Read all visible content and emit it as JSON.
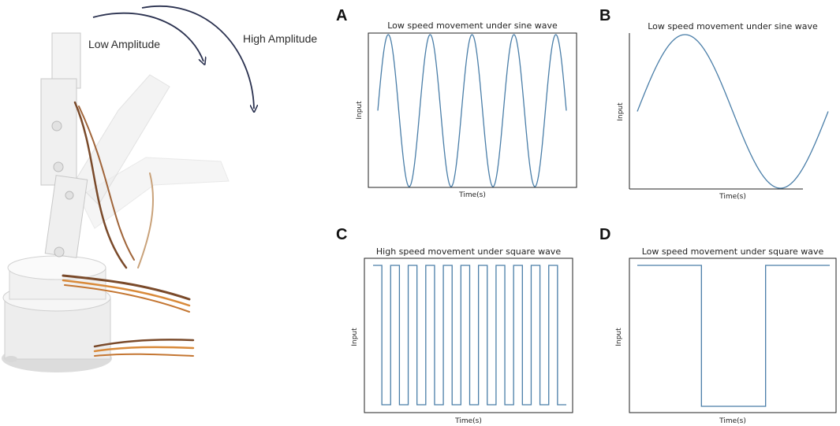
{
  "photo": {
    "annotations": {
      "low": "Low Amplitude",
      "high": "High Amplitude"
    },
    "colors": {
      "arrow": "#2b3250",
      "arm": "#f1f1f1",
      "wire_brown": "#7a4a2a",
      "wire_orange": "#d98a3a"
    }
  },
  "chart_data": [
    {
      "panel": "A",
      "type": "line",
      "title": "Low speed movement under sine wave",
      "xlabel": "Time(s)",
      "ylabel": "Input",
      "waveform": "sine",
      "cycles": 4.5,
      "amplitude_range": [
        -1,
        1
      ],
      "start_value": 0,
      "ylim": [
        -1,
        1
      ],
      "color": "#4a7ea8",
      "grid": false
    },
    {
      "panel": "B",
      "type": "line",
      "title": "Low speed movement under sine wave",
      "xlabel": "Time(s)",
      "ylabel": "Input",
      "waveform": "sine",
      "cycles": 1,
      "amplitude_range": [
        -1,
        1
      ],
      "start_value": 0,
      "ylim": [
        -1,
        1
      ],
      "color": "#4a7ea8",
      "grid": false
    },
    {
      "panel": "C",
      "type": "line",
      "title": "High speed movement under square wave",
      "xlabel": "Time(s)",
      "ylabel": "Input",
      "waveform": "square",
      "cycles": 11,
      "amplitude_range": [
        -1,
        1
      ],
      "start_value": 1,
      "ylim": [
        -1,
        1
      ],
      "color": "#4a7ea8",
      "grid": false
    },
    {
      "panel": "D",
      "type": "line",
      "title": "Low speed movement under square wave",
      "xlabel": "Time(s)",
      "ylabel": "Input",
      "waveform": "square",
      "cycles": 1.5,
      "amplitude_range": [
        -1,
        1
      ],
      "start_value": 1,
      "ylim": [
        -1,
        1
      ],
      "color": "#4a7ea8",
      "grid": false
    }
  ]
}
